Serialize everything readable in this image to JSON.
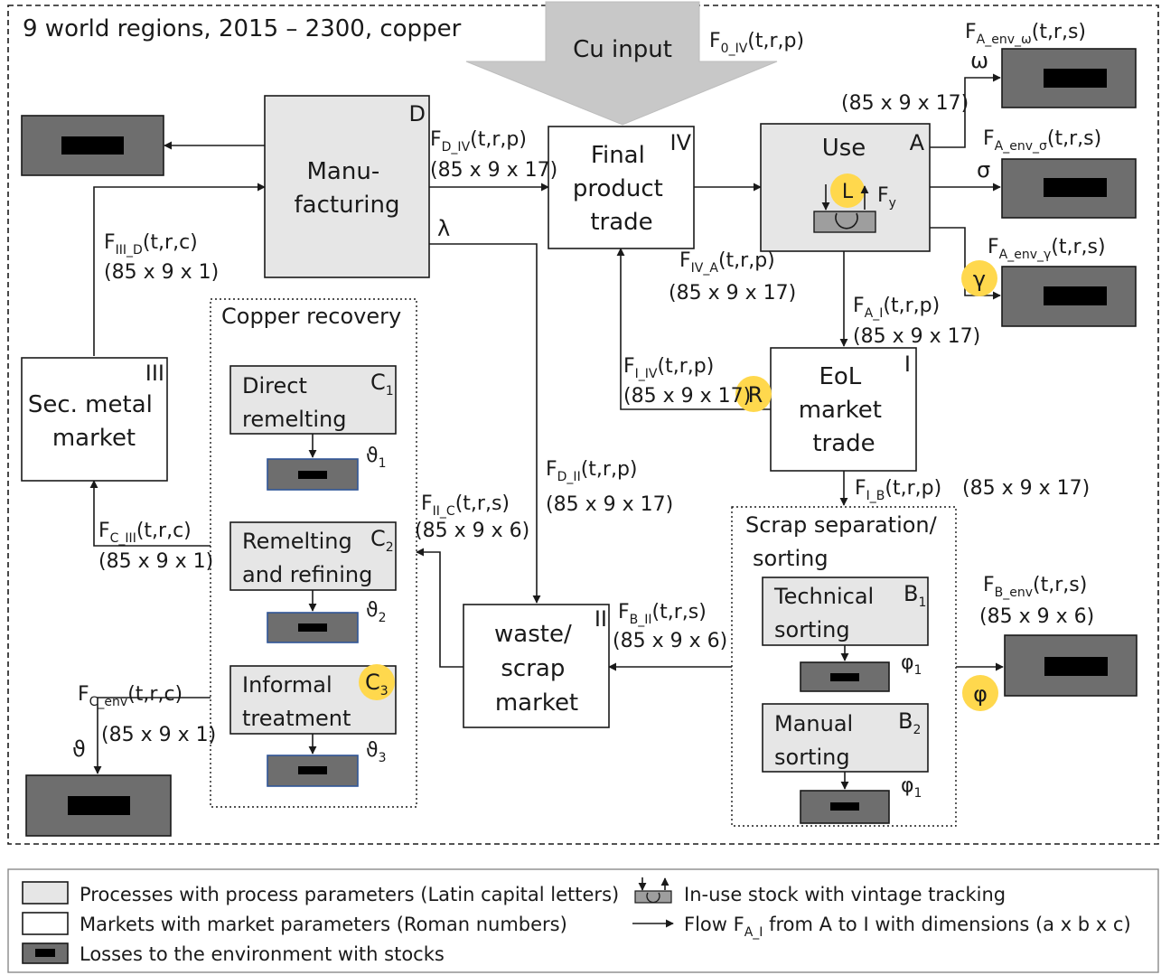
{
  "title": "9 world regions, 2015 – 2300, copper",
  "input": {
    "label": "Cu input",
    "flow": {
      "name": "F",
      "sub": "0_IV",
      "args": "(t,r,p)"
    }
  },
  "nodes": {
    "D": {
      "lines": [
        "Manu-",
        "facturing"
      ],
      "code": "D"
    },
    "IV": {
      "lines": [
        "Final",
        "product",
        "trade"
      ],
      "code": "IV"
    },
    "A": {
      "lines": [
        "Use"
      ],
      "code": "A"
    },
    "I": {
      "lines": [
        "EoL",
        "market",
        "trade"
      ],
      "code": "I"
    },
    "II": {
      "lines": [
        "waste/",
        "scrap",
        "market"
      ],
      "code": "II"
    },
    "III": {
      "lines": [
        "Sec. metal",
        "market"
      ],
      "code": "III"
    },
    "C1": {
      "lines": [
        "Direct",
        "remelting"
      ],
      "letter": "C",
      "idx": "1"
    },
    "C2": {
      "lines": [
        "Remelting",
        "and refining"
      ],
      "letter": "C",
      "idx": "2"
    },
    "C3": {
      "lines": [
        "Informal",
        "treatment"
      ],
      "letter": "C",
      "idx": "3"
    },
    "B1": {
      "lines": [
        "Technical",
        "sorting"
      ],
      "letter": "B",
      "idx": "1"
    },
    "B2": {
      "lines": [
        "Manual",
        "sorting"
      ],
      "letter": "B",
      "idx": "2"
    }
  },
  "groups": {
    "copper_recovery": "Copper recovery",
    "scrap_sorting": [
      "Scrap separation/",
      "sorting"
    ]
  },
  "use_stock": {
    "loop": "L",
    "flow": "F",
    "flow_sub": "y"
  },
  "flows": {
    "F_D_IV": {
      "name": "F",
      "sub": "D_IV",
      "args": "(t,r,p)",
      "dims": "(85 x 9 x 17)"
    },
    "F_IV_A": {
      "name": "F",
      "sub": "IV_A",
      "args": "(t,r,p)",
      "dims": "(85 x 9 x 17)"
    },
    "F_A_I": {
      "name": "F",
      "sub": "A_I",
      "args": "(t,r,p)",
      "dims": "(85 x 9 x 17)"
    },
    "F_I_IV": {
      "name": "F",
      "sub": "I_IV",
      "args": "(t,r,p)",
      "dims": "(85 x 9 x 17)",
      "param": "R"
    },
    "F_I_B": {
      "name": "F",
      "sub": "I_B",
      "args": "(t,r,p)",
      "dims": "(85 x 9 x 17)"
    },
    "F_B_II": {
      "name": "F",
      "sub": "B_II",
      "args": "(t,r,s)",
      "dims": "(85 x 9 x 6)"
    },
    "F_D_II": {
      "name": "F",
      "sub": "D_II",
      "args": "(t,r,p)",
      "dims": "(85 x 9 x 17)"
    },
    "F_II_C": {
      "name": "F",
      "sub": "II_C",
      "args": "(t,r,s)",
      "dims": "(85 x 9 x 6)"
    },
    "F_III_D": {
      "name": "F",
      "sub": "III_D",
      "args": "(t,r,c)",
      "dims": "(85 x 9 x 1)"
    },
    "F_C_III": {
      "name": "F",
      "sub": "C_III",
      "args": "(t,r,c)",
      "dims": "(85 x 9 x 1)"
    },
    "F_C_env": {
      "name": "F",
      "sub": "C_env",
      "args": "(t,r,c)",
      "dims": "(85 x 9 x 1)"
    },
    "F_A_env_omega": {
      "name": "F",
      "sub": "A_env_ω",
      "args": "(t,r,s)",
      "dims": "(85 x 9 x 17)"
    },
    "F_A_env_sigma": {
      "name": "F",
      "sub": "A_env_σ",
      "args": "(t,r,s)"
    },
    "F_A_env_gamma": {
      "name": "F",
      "sub": "A_env_γ",
      "args": "(t,r,s)"
    },
    "F_B_env": {
      "name": "F",
      "sub": "B_env",
      "args": "(t,r,s)",
      "dims": "(85 x 9 x 6)"
    }
  },
  "params": {
    "omega": "ω",
    "sigma": "σ",
    "gamma": "γ",
    "lambda": "λ",
    "phi": "φ",
    "phi1": "φ",
    "phi1_idx": "1",
    "theta": "ϑ",
    "theta1": "ϑ",
    "theta1_idx": "1",
    "theta2": "ϑ",
    "theta2_idx": "2",
    "theta3": "ϑ",
    "theta3_idx": "3"
  },
  "highlight_color": "#ffd84d",
  "legend": {
    "processes": "Processes with process parameters (Latin capital letters)",
    "markets": "Markets with market parameters (Roman numbers)",
    "losses": "Losses to the environment with stocks",
    "inuse": "In-use stock with vintage tracking",
    "flow_prefix": "Flow ",
    "flow_name": "F",
    "flow_sub": "A_I",
    "flow_suffix": " from A to I with dimensions (a x b x c)"
  }
}
